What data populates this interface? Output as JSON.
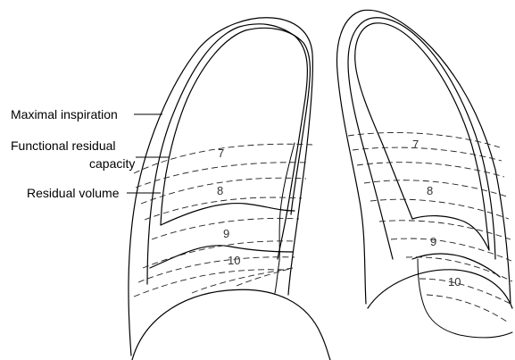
{
  "labels": {
    "maximal_inspiration": "Maximal inspiration",
    "functional_residual_line1": "Functional residual",
    "functional_residual_line2": "capacity",
    "residual_volume": "Residual volume"
  },
  "left_ribs": {
    "r7": "7",
    "r8": "8",
    "r9": "9",
    "r10": "10"
  },
  "right_ribs": {
    "r7": "7",
    "r8": "8",
    "r9": "9",
    "r10": "10"
  }
}
